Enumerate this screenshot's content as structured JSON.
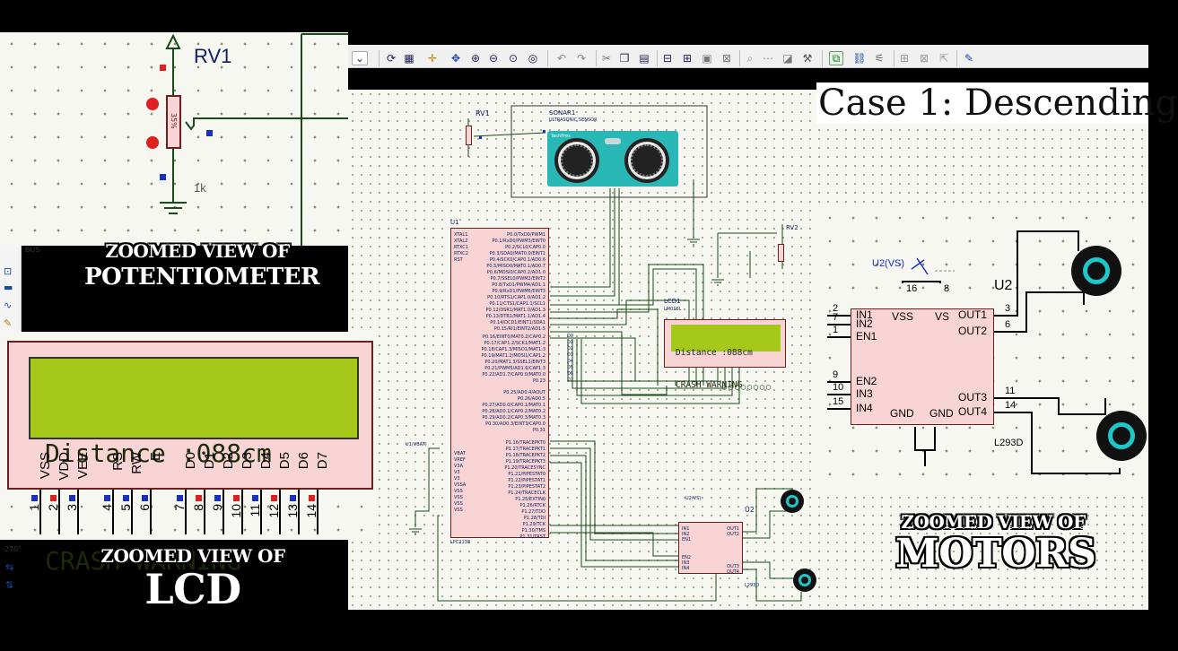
{
  "title_overlay": "Case 1: Descending",
  "captions": {
    "potentiometer_line1": "ZOOMED VIEW OF",
    "potentiometer_line2": "POTENTIOMETER",
    "lcd_line1": "ZOOMED VIEW OF",
    "lcd_line2": "LCD",
    "motors_line1": "ZOOMED VIEW OF",
    "motors_line2": "MOTORS"
  },
  "left_panel": {
    "bus_label": "BUS",
    "angle_label": "-270°"
  },
  "potentiometer_zoom": {
    "ref": "RV1",
    "value": "1k",
    "body_text": "35%"
  },
  "lcd_zoom": {
    "line1": "Distance :088cm",
    "line2": "CRASH WARNING",
    "pin_names": [
      "VSS",
      "VDD",
      "VEE",
      "RS",
      "RW",
      "E",
      "D0",
      "D1",
      "D2",
      "D3",
      "D4",
      "D5",
      "D6",
      "D7"
    ],
    "pin_numbers": [
      "1",
      "2",
      "3",
      "4",
      "5",
      "6",
      "7",
      "8",
      "9",
      "10",
      "11",
      "12",
      "13",
      "14"
    ]
  },
  "motors_zoom": {
    "ref": "U2",
    "power_label": "U2(VS)",
    "part": "L293D",
    "top_pins": [
      "16",
      "8"
    ],
    "left_pins": [
      {
        "num": "2",
        "name": "IN1"
      },
      {
        "num": "7",
        "name": "IN2"
      },
      {
        "num": "1",
        "name": "EN1"
      },
      {
        "num": "9",
        "name": "EN2"
      },
      {
        "num": "10",
        "name": "IN3"
      },
      {
        "num": "15",
        "name": "IN4"
      }
    ],
    "right_pins": [
      {
        "num": "3",
        "name": "OUT1"
      },
      {
        "num": "6",
        "name": "OUT2"
      },
      {
        "num": "11",
        "name": "OUT3"
      },
      {
        "num": "14",
        "name": "OUT4"
      }
    ],
    "inner_labels": [
      "VSS",
      "VS",
      "GND",
      "GND"
    ]
  },
  "schematic": {
    "sonar_ref": "SONAR1",
    "sonar_desc": "ULTRASONIC SENSOR",
    "sonar_brand": "TechPres",
    "rv1": "RV1",
    "rv2": "RV2",
    "u1_ref": "U1",
    "u1_part": "LPC2138",
    "u1_left_pins": [
      "XTAL1",
      "XTAL2",
      "RTXC1",
      "RTXC2",
      "RST"
    ],
    "u1_left_bottom_pins": [
      "VBAT",
      "VREF",
      "V3A",
      "V3",
      "V3",
      "VSSA",
      "VSS",
      "VSS",
      "VSS",
      "VSS"
    ],
    "u1_right_pins": [
      "P0.0/TxD0/PWM1",
      "P0.1/RxD0/PWM3/EINT0",
      "P0.2/SCL0/CAP0.0",
      "P0.3/SDA0/MAT0.0/EINT1",
      "P0.4/SCK0/CAP0.1/AD0.6",
      "P0.5/MISO0/MAT0.1/AD0.7",
      "P0.6/MOSI0/CAP0.2/AD1.0",
      "P0.7/SSEL0/PWM2/EINT2",
      "P0.8/TxD1/PWM4/AD1.1",
      "P0.9/RxD1/PWM6/EINT3",
      "P0.10/RTS1/CAP1.0/AD1.2",
      "P0.11/CTS1/CAP1.1/SCL1",
      "P0.12/DSR1/MAT1.0/AD1.3",
      "P0.13/DTR1/MAT1.1/AD1.4",
      "P0.14/DCD1/EINT1/SDA1",
      "P0.15/RI1/EINT2/AD1.5"
    ],
    "u1_right_mid_pins": [
      "P0.16/EINT0/MAT0.2/CAP0.2",
      "P0.17/CAP1.2/SCK1/MAT1.2",
      "P0.18/CAP1.3/MISO1/MAT1.3",
      "P0.19/MAT1.2/MOSI1/CAP1.2",
      "P0.20/MAT1.3/SSEL1/EINT3",
      "P0.21/PWM5/AD1.6/CAP1.3",
      "P0.22/AD1.7/CAP0.0/MAT0.0",
      "P0.23"
    ],
    "u1_right_low_pins": [
      "P0.25/AD0.4/AOUT",
      "P0.26/AD0.5",
      "P0.27/AD0.0/CAP0.1/MAT0.1",
      "P0.28/AD0.1/CAP0.2/MAT0.2",
      "P0.29/AD0.2/CAP0.3/MAT0.3",
      "P0.30/AD0.3/EINT3/CAP0.0",
      "P0.31"
    ],
    "u1_right_bottom_pins": [
      "P1.16/TRACEPKT0",
      "P1.17/TRACEPKT1",
      "P1.18/TRACEPKT2",
      "P1.19/TRACEPKT3",
      "P1.20/TRACESYNC",
      "P1.21/PIPESTAT0",
      "P1.22/PIPESTAT1",
      "P1.23/PIPESTAT2",
      "P1.24/TRACECLK",
      "P1.25/EXTIN0",
      "P1.26/RTCK",
      "P1.27/TDO",
      "P1.28/TDI",
      "P1.29/TCK",
      "P1.30/TMS",
      "P1.31/TRST"
    ],
    "data_bus": [
      "D0",
      "D1",
      "D2",
      "D3",
      "D4",
      "D5",
      "D6",
      "D7"
    ],
    "lcd_ref": "LCD1",
    "lcd_part": "LM016L",
    "lcd_line1": "Distance :088cm",
    "lcd_line2": "CRASH WARNING",
    "u2_ref": "U2",
    "u2_power": "U2(VS)",
    "u2_part": "L293D",
    "vbat_label": "U1(VBAT)"
  },
  "colors": {
    "sheet": "#f7f7f1",
    "chip_fill": "#f8d4d4",
    "lcd_green": "#a6c81a",
    "motor_teal": "#1ec8c8",
    "wire": "#1a4a1a"
  }
}
